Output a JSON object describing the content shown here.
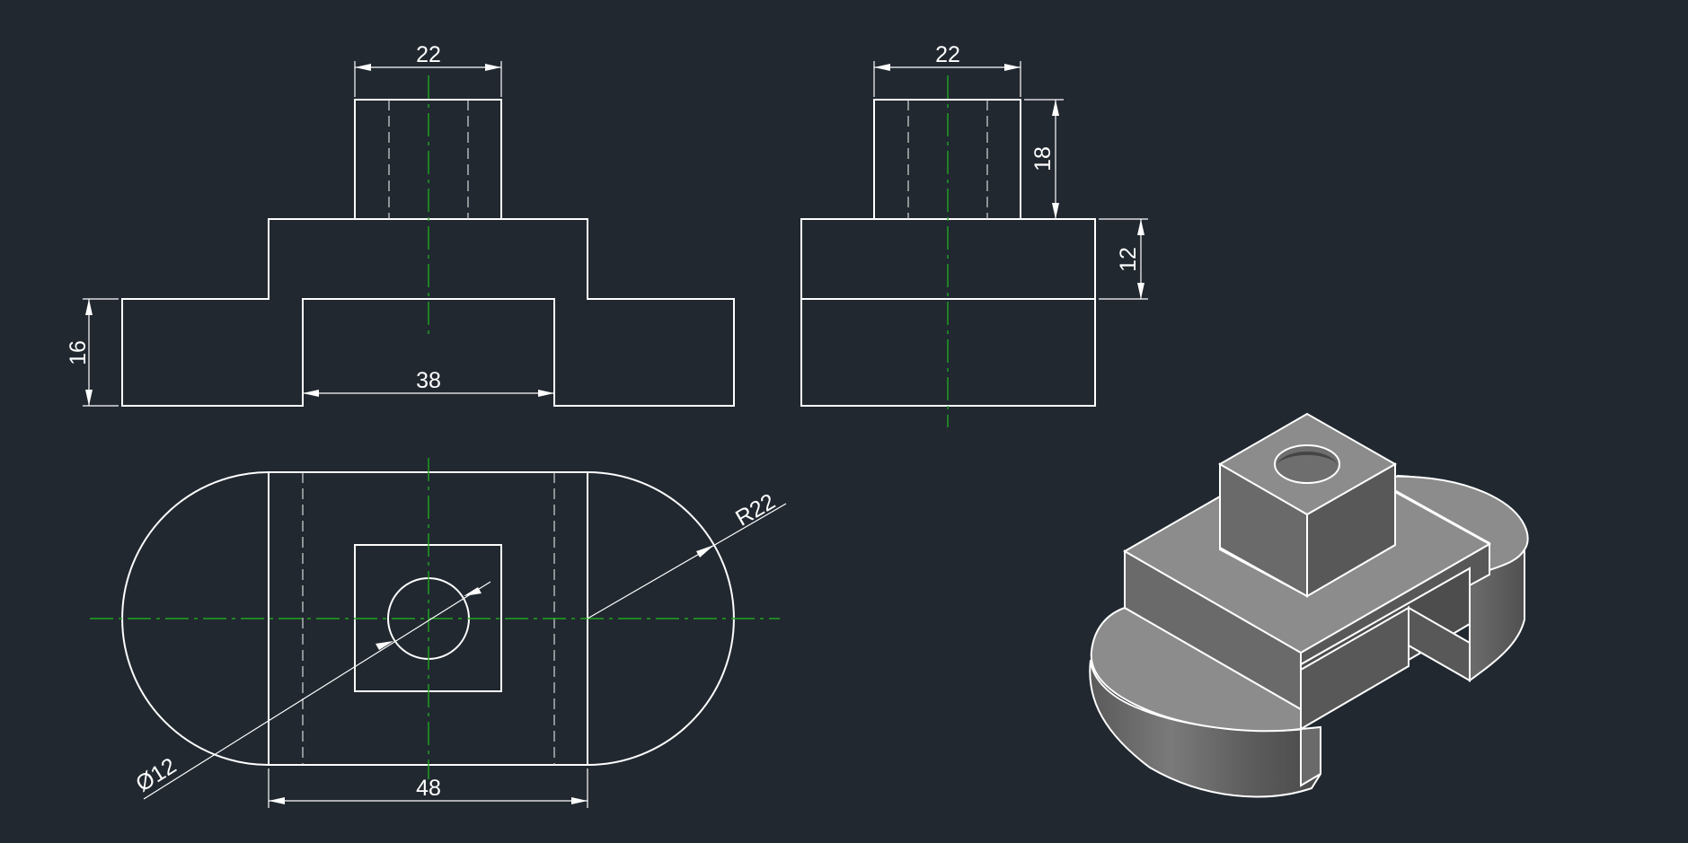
{
  "dimensions": {
    "front_width_top": "22",
    "front_height_base": "16",
    "front_slot_width": "38",
    "side_width_top": "22",
    "side_height_boss": "18",
    "side_height_middle": "12",
    "top_length": "48",
    "top_radius": "R22",
    "top_hole_diameter": "Ø12"
  },
  "colors": {
    "background": "#212830",
    "outline": "#ffffff",
    "centerline": "#1fa51f"
  }
}
